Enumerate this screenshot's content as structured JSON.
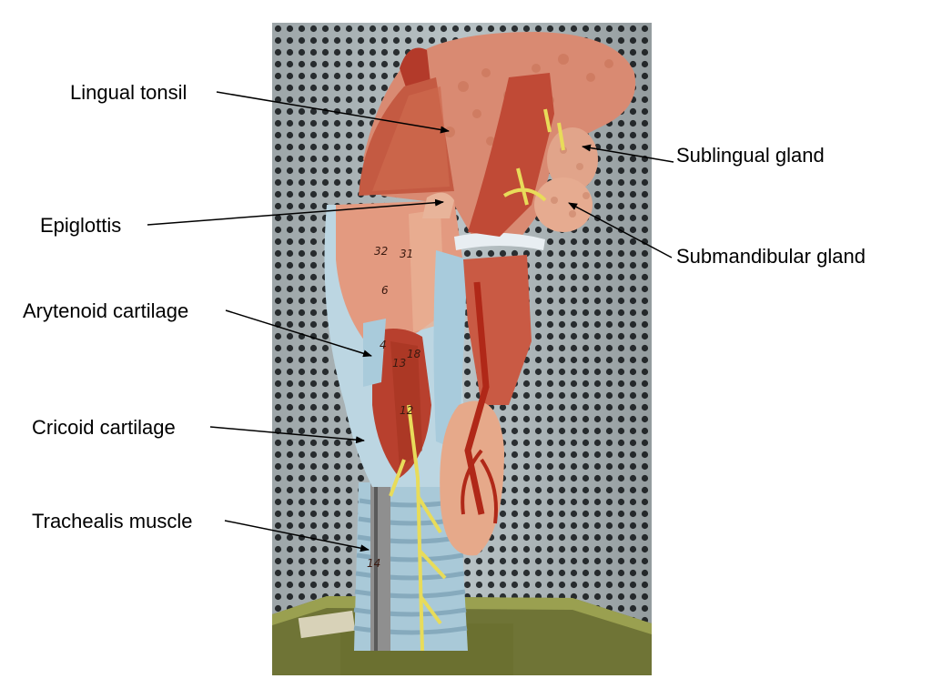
{
  "labels": {
    "lingual_tonsil": "Lingual tonsil",
    "sublingual_gland": "Sublingual gland",
    "epiglottis": "Epiglottis",
    "submandibular_gland": "Submandibular gland",
    "arytenoid_cartilage": "Arytenoid cartilage",
    "cricoid_cartilage": "Cricoid cartilage",
    "trachealis_muscle": "Trachealis muscle"
  },
  "model_numbers": {
    "n32": "32",
    "n31": "31",
    "n6": "6",
    "n4": "4",
    "n18": "18",
    "n13": "13",
    "n12": "12",
    "n14": "14"
  },
  "colors": {
    "tissue": "#d98a72",
    "muscle": "#b8402e",
    "cartilage": "#bcd6e2",
    "nerve": "#e8dc5a",
    "base": "#8a8a3a",
    "backdrop": "#9aa6aa"
  }
}
